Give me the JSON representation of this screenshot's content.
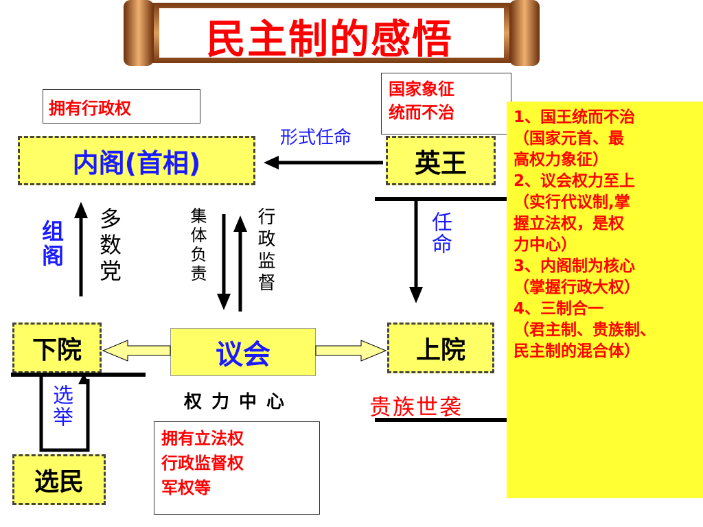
{
  "title": "民主制的感悟",
  "exec_power_box": "拥有行政权",
  "symbol_box": [
    "国家象征",
    "统而不治"
  ],
  "nodes": {
    "cabinet": "内阁(首相)",
    "king": "英王",
    "lower_house": "下院",
    "parliament": "议会",
    "upper_house": "上院",
    "voters": "选民"
  },
  "edge_labels": {
    "form_appoint": "形式任命",
    "form_cabinet": "组阁",
    "majority_party": "多数党",
    "collective_responsibility": "集体负责",
    "admin_supervision": "行政监督",
    "appoint": "任命",
    "elect": "选举"
  },
  "power_center": "权力中心",
  "nobility": "贵族世袭",
  "powers_box": [
    "拥有立法权",
    "行政监督权",
    "军权等"
  ],
  "summary": [
    "1、国王统而不治",
    "（国家元首、最",
    "高权力象征）",
    "2、议会权力至上",
    "（实行代议制,掌",
    "握立法权，是权",
    "力中心）",
    "3、内阁制为核心",
    "（掌握行政大权）",
    "4、三制合一",
    "（君主制、贵族制、",
    "民主制的混合体）"
  ],
  "colors": {
    "title": "#ff0000",
    "node_fill": "#ffff66",
    "summary_fill": "#ffff33",
    "blue_text": "#1a1aff"
  }
}
